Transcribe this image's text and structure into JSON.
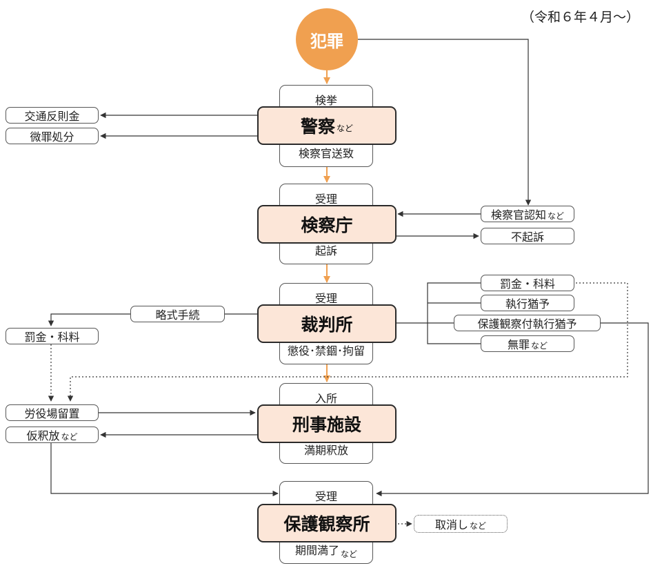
{
  "date_note": "（令和６年４月～）",
  "crime": "犯罪",
  "small_suffix": "など",
  "police": {
    "in": "検挙",
    "name": "警察",
    "out": "検察官送致",
    "side": [
      "交通反則金",
      "微罪処分"
    ]
  },
  "prosecutor": {
    "in": "受理",
    "name": "検察庁",
    "out": "起訴",
    "recognized": "検察官認知",
    "no_indictment": "不起訴"
  },
  "court": {
    "in": "受理",
    "name": "裁判所",
    "out": "懲役･禁錮･拘留",
    "summary": "略式手続",
    "fine_left": "罰金・科料",
    "outcomes": [
      "罰金・科料",
      "執行猶予",
      "保護観察付執行猶予",
      "無罪"
    ]
  },
  "prison": {
    "in": "入所",
    "name": "刑事施設",
    "out": "満期釈放",
    "labor": "労役場留置",
    "parole": "仮釈放"
  },
  "probation": {
    "in": "受理",
    "name": "保護観察所",
    "out": "期間満了",
    "revocation": "取消し"
  },
  "colors": {
    "accent": "#f0a050",
    "main_fill": "#fce6d8",
    "line": "#333333"
  }
}
